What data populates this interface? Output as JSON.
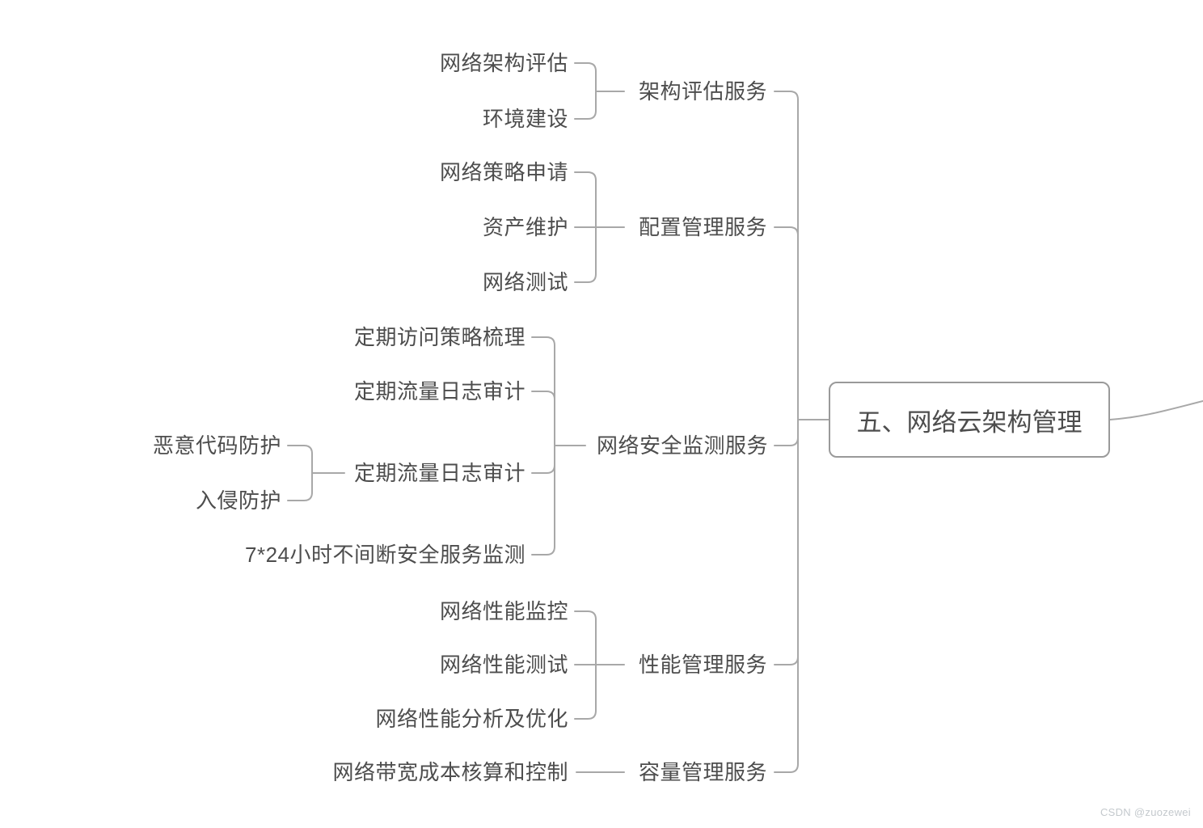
{
  "page": {
    "background": "#ffffff",
    "watermark": "CSDN @zuozewei"
  },
  "colors": {
    "node_text": "#4d4d4d",
    "connector_line": "#a8a8a8",
    "root_border": "#9a9a9a",
    "watermark_text": "#c4c9cd"
  },
  "mindmap": {
    "root": {
      "label": "五、网络云架构管理"
    },
    "branches": [
      {
        "label": "架构评估服务",
        "children": [
          {
            "label": "网络架构评估"
          },
          {
            "label": "环境建设"
          }
        ]
      },
      {
        "label": "配置管理服务",
        "children": [
          {
            "label": "网络策略申请"
          },
          {
            "label": "资产维护"
          },
          {
            "label": "网络测试"
          }
        ]
      },
      {
        "label": "网络安全监测服务",
        "children": [
          {
            "label": "定期访问策略梳理"
          },
          {
            "label": "定期流量日志审计"
          },
          {
            "label": "定期流量日志审计",
            "children": [
              {
                "label": "恶意代码防护"
              },
              {
                "label": "入侵防护"
              }
            ]
          },
          {
            "label": "7*24小时不间断安全服务监测"
          }
        ]
      },
      {
        "label": "性能管理服务",
        "children": [
          {
            "label": "网络性能监控"
          },
          {
            "label": "网络性能测试"
          },
          {
            "label": "网络性能分析及优化"
          }
        ]
      },
      {
        "label": "容量管理服务",
        "children": [
          {
            "label": "网络带宽成本核算和控制"
          }
        ]
      }
    ]
  }
}
